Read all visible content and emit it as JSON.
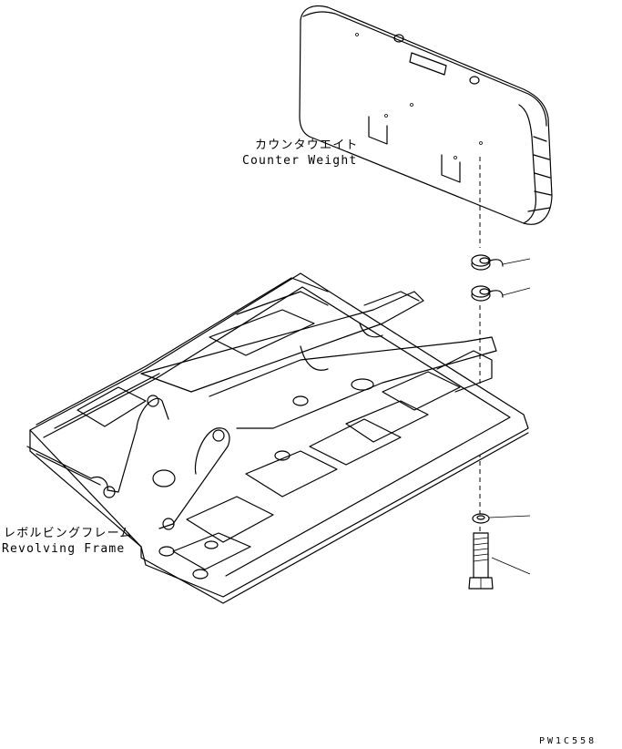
{
  "counterweight": {
    "label_jp": "カウンタウエイト",
    "label_en": "Counter Weight"
  },
  "frame": {
    "label_jp": "レボルビングフレーム",
    "label_en": "Revolving Frame"
  },
  "drawing_code": "PW1C558"
}
